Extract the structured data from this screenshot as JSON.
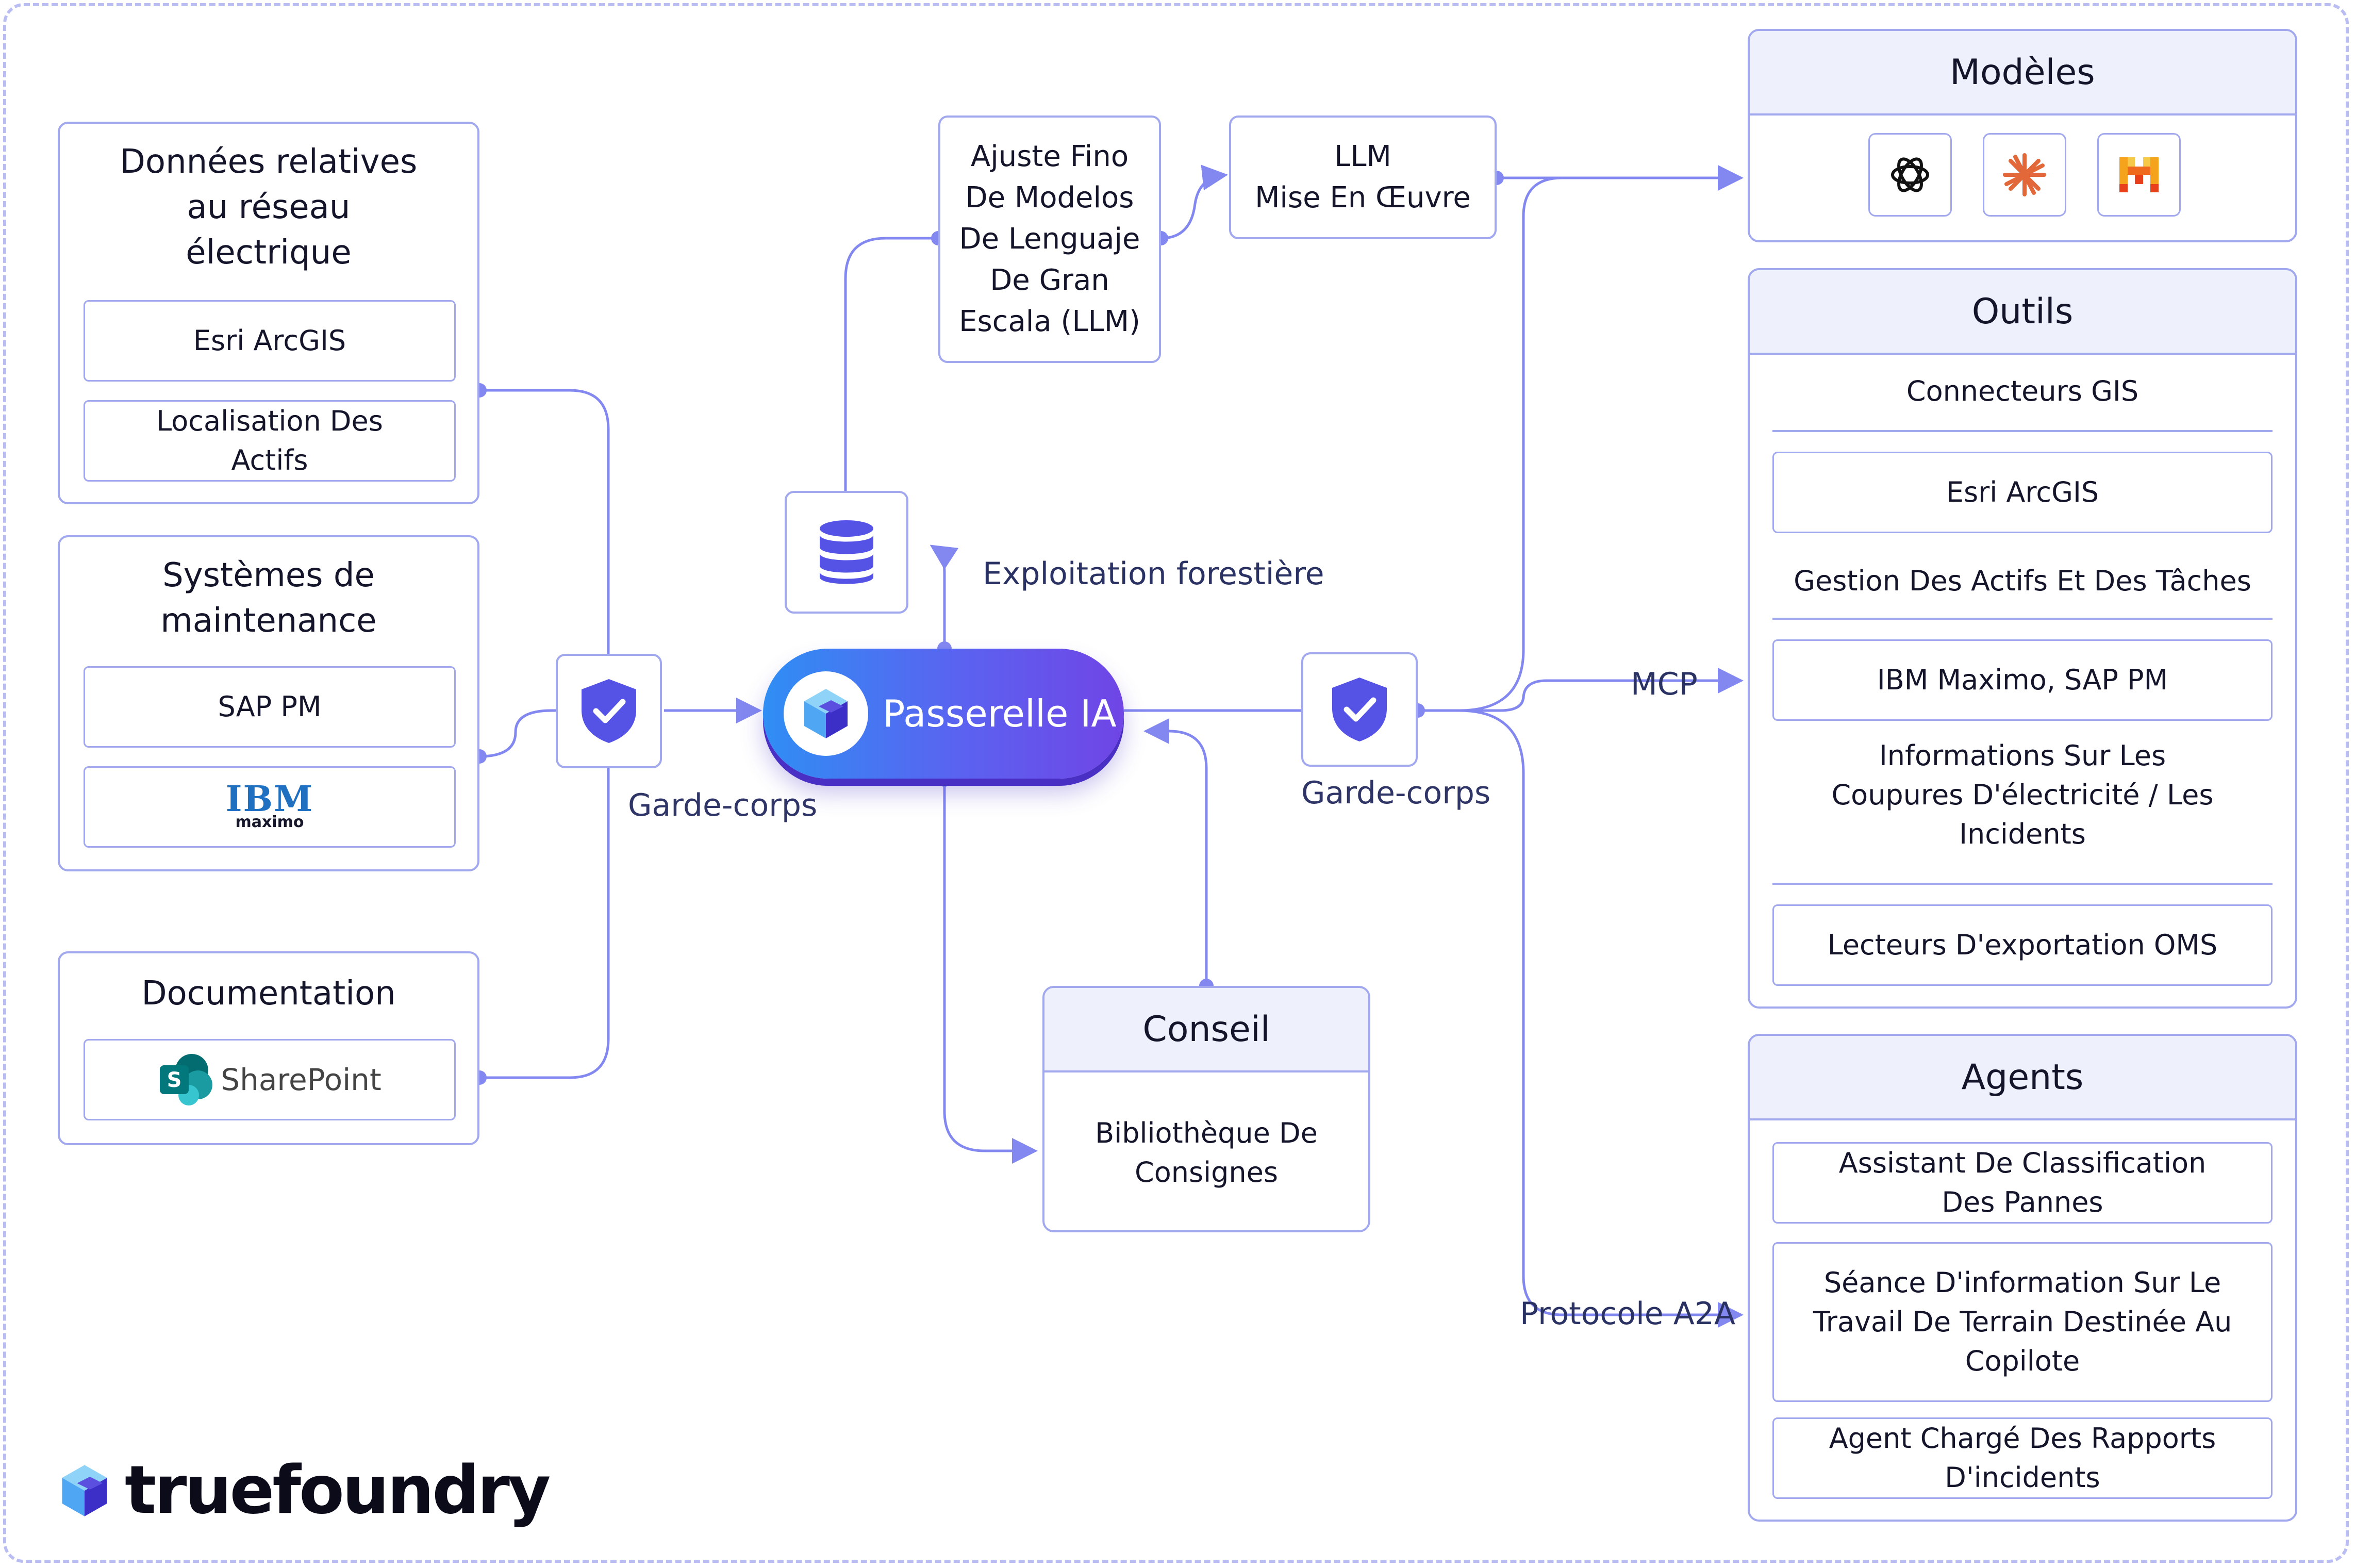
{
  "sources": [
    {
      "title": "Données relatives\nau réseau\nélectrique",
      "items": [
        "Esri ArcGIS",
        "Localisation Des\nActifs"
      ]
    },
    {
      "title": "Systèmes de\nmaintenance",
      "items": [
        "SAP PM"
      ],
      "logo": {
        "name": "ibm-maximo-logo",
        "text_main": "IBM",
        "text_sub": "maximo"
      }
    },
    {
      "title": "Documentation",
      "logo": {
        "name": "sharepoint-logo",
        "text": "SharePoint"
      }
    }
  ],
  "left_guardrail_label": "Garde-corps",
  "right_guardrail_label": "Garde-corps",
  "gateway_label": "Passerelle IA",
  "fine_tune_label": "Ajuste Fino\nDe Modelos\nDe Lenguaje\nDe Gran\nEscala (LLM)",
  "llm_deploy_label": "LLM\nMise En Œuvre",
  "logging_label": "Exploitation forestière",
  "advice": {
    "title": "Conseil",
    "body": "Bibliothèque De\nConsignes"
  },
  "edge_labels": {
    "mcp": "MCP",
    "a2a": "Protocole A2A"
  },
  "models": {
    "title": "Modèles",
    "icons": [
      "openai-icon",
      "anthropic-icon",
      "mistral-icon"
    ]
  },
  "tools": {
    "title": "Outils",
    "rows": [
      {
        "kind": "plain",
        "text": "Connecteurs GIS"
      },
      {
        "kind": "box",
        "text": "Esri ArcGIS"
      },
      {
        "kind": "plain",
        "text": "Gestion Des Actifs Et Des Tâches"
      },
      {
        "kind": "box",
        "text": "IBM Maximo, SAP PM"
      },
      {
        "kind": "plain",
        "text": "Informations Sur Les\nCoupures D'électricité / Les\nIncidents"
      },
      {
        "kind": "box",
        "text": "Lecteurs D'exportation OMS"
      }
    ]
  },
  "agents": {
    "title": "Agents",
    "items": [
      "Assistant De Classification\nDes Pannes",
      "Séance D'information Sur Le\nTravail De Terrain Destinée Au\nCopilote",
      "Agent Chargé Des Rapports\nD'incidents"
    ]
  },
  "brand": {
    "name": "truefoundry"
  },
  "colors": {
    "line": "#8388f0",
    "border": "#a2a8ee",
    "header_fill": "#eef0fc",
    "shield": "#5552e6",
    "text": "#14142b"
  }
}
